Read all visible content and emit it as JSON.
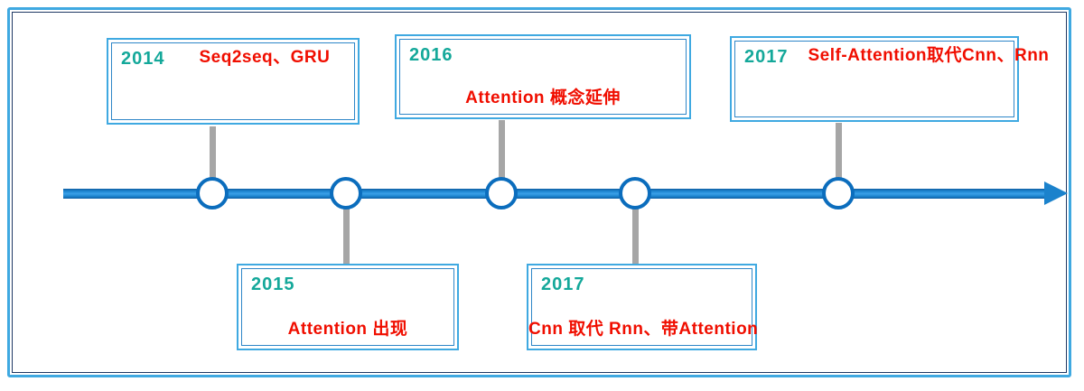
{
  "colors": {
    "frame_border": "#3fa9e1",
    "frame_inner_line": "#1f3864",
    "box_border": "#3fa9e1",
    "year_text": "#14a89a",
    "label_text": "#f00e00",
    "timeline_blue": "#1b82cc",
    "node_ring": "#0b6dbd",
    "node_fill": "#ffffff",
    "connector_gray": "#a6a6a6"
  },
  "timeline": {
    "direction": "left-to-right",
    "events": [
      {
        "year": "2014",
        "label": "Seq2seq、GRU",
        "box_position": "top"
      },
      {
        "year": "2015",
        "label": "Attention 出现",
        "box_position": "bottom"
      },
      {
        "year": "2016",
        "label": "Attention 概念延伸",
        "box_position": "top"
      },
      {
        "year": "2017",
        "label": "Cnn 取代 Rnn、带Attention",
        "box_position": "bottom"
      },
      {
        "year": "2017",
        "label": "Self-Attention取代Cnn、Rnn",
        "box_position": "top"
      }
    ]
  }
}
